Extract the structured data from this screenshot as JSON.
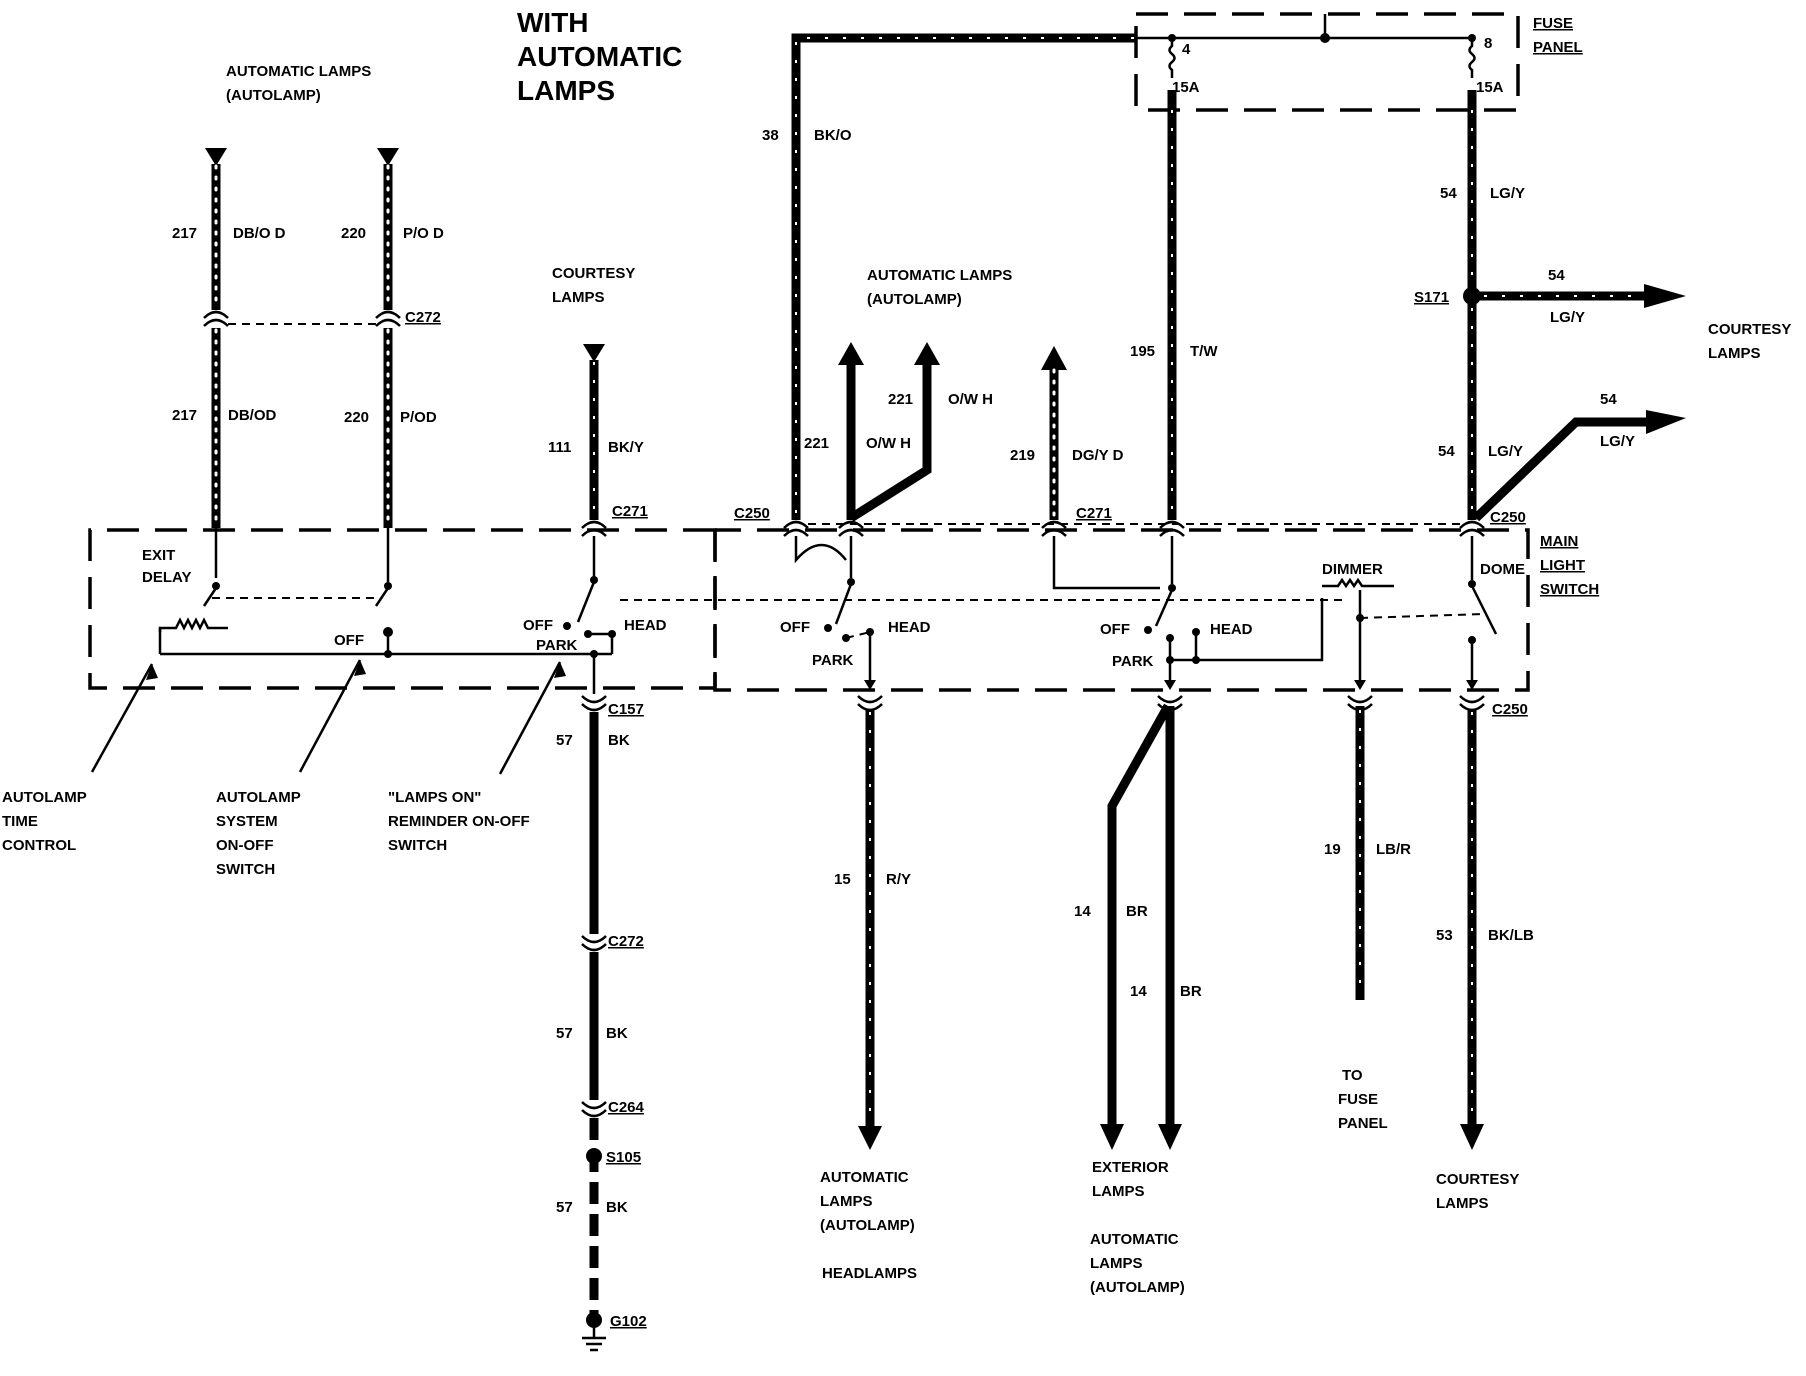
{
  "title": [
    "WITH",
    "AUTOMATIC",
    "LAMPS"
  ],
  "fuse_panel": {
    "label": [
      "FUSE",
      "PANEL"
    ],
    "fuse_left_num": "4",
    "fuse_left_amp": "15A",
    "fuse_right_num": "8",
    "fuse_right_amp": "15A"
  },
  "main_light_switch": [
    "MAIN",
    "LIGHT",
    "SWITCH"
  ],
  "autolamp_top": [
    "AUTOMATIC LAMPS",
    "(AUTOLAMP)"
  ],
  "courtesy_top": [
    "COURTESY",
    "LAMPS"
  ],
  "autolamp_mid": [
    "AUTOMATIC LAMPS",
    "(AUTOLAMP)"
  ],
  "courtesy_right": [
    "COURTESY",
    "LAMPS"
  ],
  "wires": {
    "w217a": {
      "num": "217",
      "color": "DB/O D"
    },
    "w220a": {
      "num": "220",
      "color": "P/O D"
    },
    "w217b": {
      "num": "217",
      "color": "DB/OD"
    },
    "w220b": {
      "num": "220",
      "color": "P/OD"
    },
    "w111": {
      "num": "111",
      "color": "BK/Y"
    },
    "w38": {
      "num": "38",
      "color": "BK/O"
    },
    "w221a": {
      "num": "221",
      "color": "O/W H"
    },
    "w221b": {
      "num": "221",
      "color": "O/W H"
    },
    "w219": {
      "num": "219",
      "color": "DG/Y D"
    },
    "w195": {
      "num": "195",
      "color": "T/W"
    },
    "w54a": {
      "num": "54",
      "color": "LG/Y"
    },
    "w54b": {
      "num": "54",
      "color": "LG/Y"
    },
    "w54c": {
      "num": "54",
      "color": "LG/Y"
    },
    "w54d": {
      "num": "54",
      "color": "LG/Y"
    },
    "w57a": {
      "num": "57",
      "color": "BK"
    },
    "w57b": {
      "num": "57",
      "color": "BK"
    },
    "w57c": {
      "num": "57",
      "color": "BK"
    },
    "w15": {
      "num": "15",
      "color": "R/Y"
    },
    "w14a": {
      "num": "14",
      "color": "BR"
    },
    "w14b": {
      "num": "14",
      "color": "BR"
    },
    "w19": {
      "num": "19",
      "color": "LB/R"
    },
    "w53": {
      "num": "53",
      "color": "BK/LB"
    }
  },
  "connectors": {
    "c272a": "C272",
    "c271a": "C271",
    "c250a": "C250",
    "c271b": "C271",
    "c250b": "C250",
    "c157": "C157",
    "c250c": "C250",
    "c272b": "C272",
    "c264": "C264",
    "s105": "S105",
    "g102": "G102",
    "s171": "S171"
  },
  "switch_labels": {
    "exit_delay": [
      "EXIT",
      "DELAY"
    ],
    "off1": "OFF",
    "off2": "OFF",
    "park2": "PARK",
    "head2": "HEAD",
    "off3": "OFF",
    "park3": "PARK",
    "head3": "HEAD",
    "off4": "OFF",
    "park4": "PARK",
    "head4": "HEAD",
    "dimmer": "DIMMER",
    "dome": "DOME"
  },
  "callouts": {
    "autolamp_time": [
      "AUTOLAMP",
      "TIME",
      "CONTROL"
    ],
    "autolamp_system": [
      "AUTOLAMP",
      "SYSTEM",
      "ON-OFF",
      "SWITCH"
    ],
    "lamps_on": [
      "\"LAMPS ON\"",
      "REMINDER ON-OFF",
      "SWITCH"
    ]
  },
  "outputs": {
    "headlamps": [
      "AUTOMATIC",
      "LAMPS",
      "(AUTOLAMP)",
      "",
      "HEADLAMPS"
    ],
    "exterior": [
      "EXTERIOR",
      "LAMPS",
      "",
      "AUTOMATIC",
      "LAMPS",
      "(AUTOLAMP)"
    ],
    "fuse_panel": [
      "TO",
      "FUSE",
      "PANEL"
    ],
    "courtesy": [
      "COURTESY",
      "LAMPS"
    ]
  }
}
